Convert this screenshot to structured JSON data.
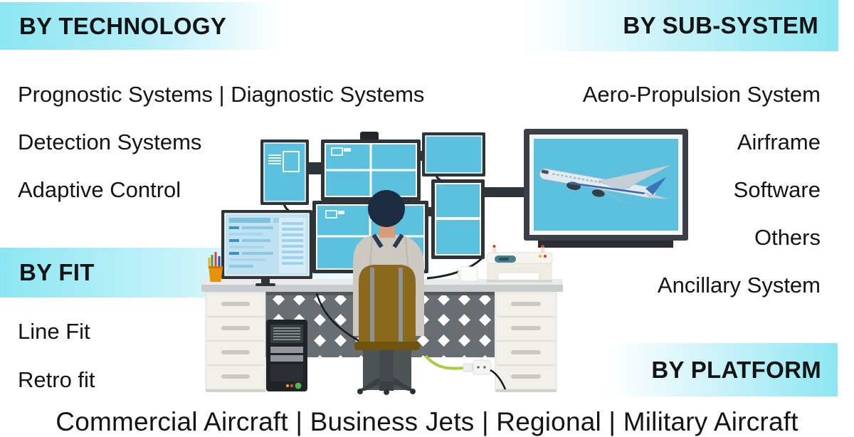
{
  "colors": {
    "band_cyan": "#8CE6F2",
    "screen_cyan": "#5BC1DE",
    "text": "#141414"
  },
  "sections": {
    "technology": {
      "title": "BY TECHNOLOGY",
      "items": [
        "Prognostic Systems  |  Diagnostic Systems",
        "Detection Systems",
        "Adaptive Control"
      ]
    },
    "subsystem": {
      "title": "BY SUB-SYSTEM",
      "items": [
        "Aero-Propulsion System",
        "Airframe",
        "Software",
        "Others",
        "Ancillary System"
      ]
    },
    "fit": {
      "title": "BY FIT",
      "items": [
        "Line Fit",
        "Retro fit"
      ]
    },
    "platform": {
      "title": "BY PLATFORM",
      "items": [
        "Commercial Aircraft",
        "Business Jets",
        "Regional",
        "Military Aircraft"
      ],
      "line": "Commercial Aircraft  |  Business Jets  |  Regional  |  Military Aircraft"
    }
  },
  "illustration": {
    "name": "analyst-multi-monitor-workstation",
    "icons": [
      "monitor-icon",
      "wall-display-icon",
      "airplane-icon",
      "pc-tower-icon",
      "printer-icon",
      "mug-icon",
      "pencil-cup-icon",
      "office-chair-icon",
      "person",
      "desk",
      "power-cable"
    ]
  }
}
